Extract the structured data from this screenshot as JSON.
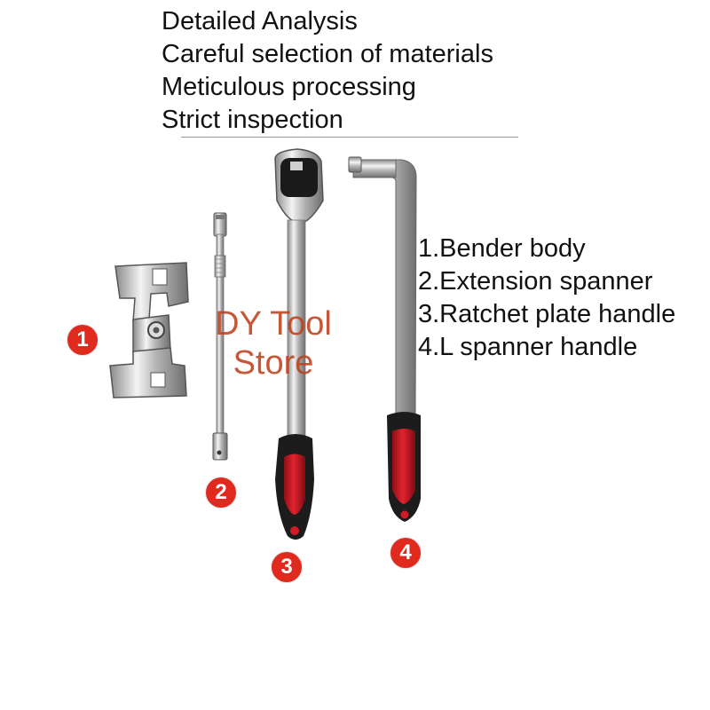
{
  "headline": [
    "Detailed Analysis",
    "Careful selection of materials",
    "Meticulous processing",
    "Strict inspection"
  ],
  "parts": [
    "1.Bender body",
    "2.Extension spanner",
    "3.Ratchet plate handle",
    "4.L spanner handle"
  ],
  "watermark": {
    "line1": "DY Tool",
    "line2": "Store"
  },
  "badges": [
    "1",
    "2",
    "3",
    "4"
  ],
  "colors": {
    "badge": "#e02a1e",
    "grip_red": "#d11a25",
    "grip_black": "#1c1c1c",
    "chrome": "#c8c8c8",
    "watermark": "#c0411c"
  },
  "icons": {
    "tool_1": "bender-body-icon",
    "tool_2": "extension-spanner-icon",
    "tool_3": "ratchet-handle-icon",
    "tool_4": "l-spanner-icon"
  }
}
